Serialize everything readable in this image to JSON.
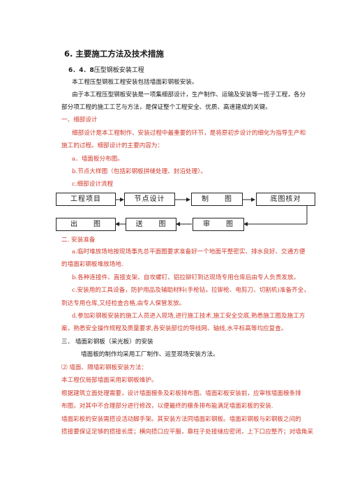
{
  "heading": "6. 主要施工方法及技术措施",
  "subheading": {
    "number": "6．4．8",
    "title": "压型钢板安装工程"
  },
  "intro": [
    "本工程压型钢板工程安装包括墙面彩钢板安装。",
    "由于本工程压型钢板安装是一项集细部设计，生产制作、运输及安装等一揽子工程，各分",
    "部分项工程的施工工艺与方法，是保证整个工程安全、优质、高速建成的关键。"
  ],
  "section1": {
    "title": "一、细部设计",
    "lines": [
      "细部设计是本工程制作、安装过程中最重要的环节，是将原初步设计的细化为指导生产和",
      "施工的过程。细部设计的主要内容为："
    ],
    "items": [
      "a．墙面板分布图。",
      "b.节点大样图（包括彩钢板拼缝处理、封沿处理）。",
      "c.细部设计流程"
    ]
  },
  "flow": {
    "row1": [
      "工程项目",
      "节点设计",
      "制　　图",
      "底图核对"
    ],
    "row2": [
      "出　　图",
      "送　　图",
      "审　　图"
    ]
  },
  "section2": {
    "title": "二. 安装准备",
    "paragraphs": [
      [
        "a.临时堆放场地按现场事先总平面图要求准备好一个地面平整密实、排水良好、交通方便",
        "的墙面彩钢板堆放场地."
      ],
      [
        "b.各种连接件、直接支架、自攻螺钉、铝拉铆钉到达现场专用仓库后由专人负责发放。"
      ],
      [
        "c.安装用的工具设备，防护用品及辅助材料(手枪钻，拉铆枪、电剪刀、切割机)准备齐全，",
        "到达专用仓库,又经检查合格,由专人保管发放。"
      ],
      [
        "d.参加彩钢板安装的施工人员进入现场,进行施工技术,施工安全交底,熟悉施工图及施工方",
        "案，熟悉安全操作规程及质量要求,各安装部位的导线网、轴线,水平标高等均应复查。"
      ]
    ]
  },
  "section3": {
    "title": "三．  墙面彩钢板（采光板）的安装",
    "lines": [
      "墙面板的制作均采用工厂制作、运至现场安装方法。",
      "⑵ 墙面、隔墙彩钢板安装方法：",
      "本工程仅局部墙面采用彩钢板维护。",
      "根据建筑立面处理需要，设计墙面檩条及彩板排布图。墙面彩板安装前，应审核墙面檩条排",
      "布图，对其中不合理部分进行修改，以便最终的檩条排布能满足墙面彩板的安装.",
      "墙面彩板的安装需搭设活动脚手架。其安装方法同墙面彩钢板。墙面彩钢板与彩钢板之间的",
      "搭接要保证足够的搭接长度；横向搭口应平服，靠柱子处接缝应密闭，上下口应整齐；对墙角采"
    ]
  }
}
